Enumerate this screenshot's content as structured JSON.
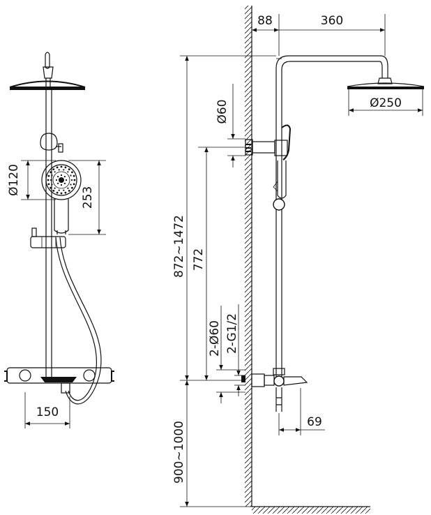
{
  "dimensions": {
    "wall_offset": "88",
    "arm_length": "360",
    "head_diameter": "Ø250",
    "wall_plate_diameter": "Ø60",
    "total_height": "872~1472",
    "rail_height": "772",
    "escutcheon_diameter": "2-Ø60",
    "thread_size": "2-G1/2",
    "spout_projection": "69",
    "mount_height": "900~1000",
    "hand_shower_diameter": "Ø120",
    "hand_shower_length": "253",
    "inlet_spacing": "150"
  }
}
